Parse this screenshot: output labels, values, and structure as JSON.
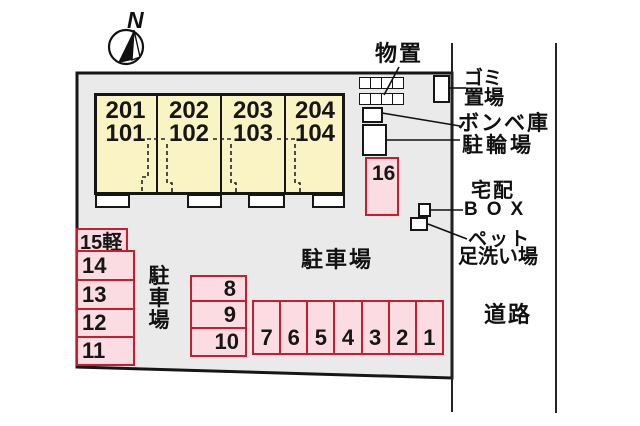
{
  "compass": {
    "north_label": "N"
  },
  "building": {
    "units": [
      {
        "upper": "201",
        "lower": "101"
      },
      {
        "upper": "202",
        "lower": "102"
      },
      {
        "upper": "203",
        "lower": "103"
      },
      {
        "upper": "204",
        "lower": "104"
      }
    ]
  },
  "facilities": {
    "storage": "物置",
    "garbage_line1": "ゴミ",
    "garbage_line2": "置場",
    "gas_cylinder": "ボンベ庫",
    "bicycle_parking": "駐輪場",
    "delivery_line1": "宅配",
    "delivery_line2": "BOX",
    "pet_line1": "ペット",
    "pet_line2": "足洗い場",
    "road": "道路"
  },
  "parking": {
    "label_main": "駐車場",
    "label_vertical": [
      "駐",
      "車",
      "場"
    ],
    "space16": "16",
    "left_column": [
      "15軽",
      "14",
      "13",
      "12",
      "11"
    ],
    "middle_column": [
      "8",
      "9",
      "10"
    ],
    "bottom_row": [
      "7",
      "6",
      "5",
      "4",
      "3",
      "2",
      "1"
    ]
  },
  "colors": {
    "site_fill": "#EAEAEA",
    "building_fill": "#FAF4C5",
    "parking_fill": "#FBDCE3",
    "parking_border": "#C41E2F",
    "line": "#161616"
  }
}
